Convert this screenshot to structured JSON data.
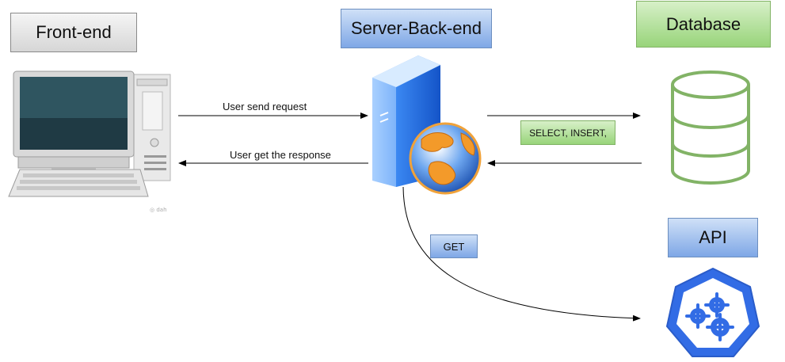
{
  "nodes": {
    "frontend": {
      "label": "Front-end"
    },
    "server": {
      "label": "Server-Back-end"
    },
    "database": {
      "label": "Database"
    },
    "api": {
      "label": "API"
    }
  },
  "edges": {
    "request": {
      "label": "User send request"
    },
    "response": {
      "label": "User get the response"
    },
    "db_query": {
      "label": "SELECT, INSERT,"
    },
    "api_call": {
      "label": "GET"
    }
  },
  "icons": {
    "frontend": "desktop-computer-icon",
    "server": "web-server-icon",
    "database": "database-cylinder-icon",
    "api": "kubernetes-icon"
  },
  "colors": {
    "gray_label": "#d6d6d6",
    "blue_label": "#7ea7e6",
    "green_label": "#98d47a",
    "database_stroke": "#82b366",
    "api_blue": "#326ce5"
  }
}
